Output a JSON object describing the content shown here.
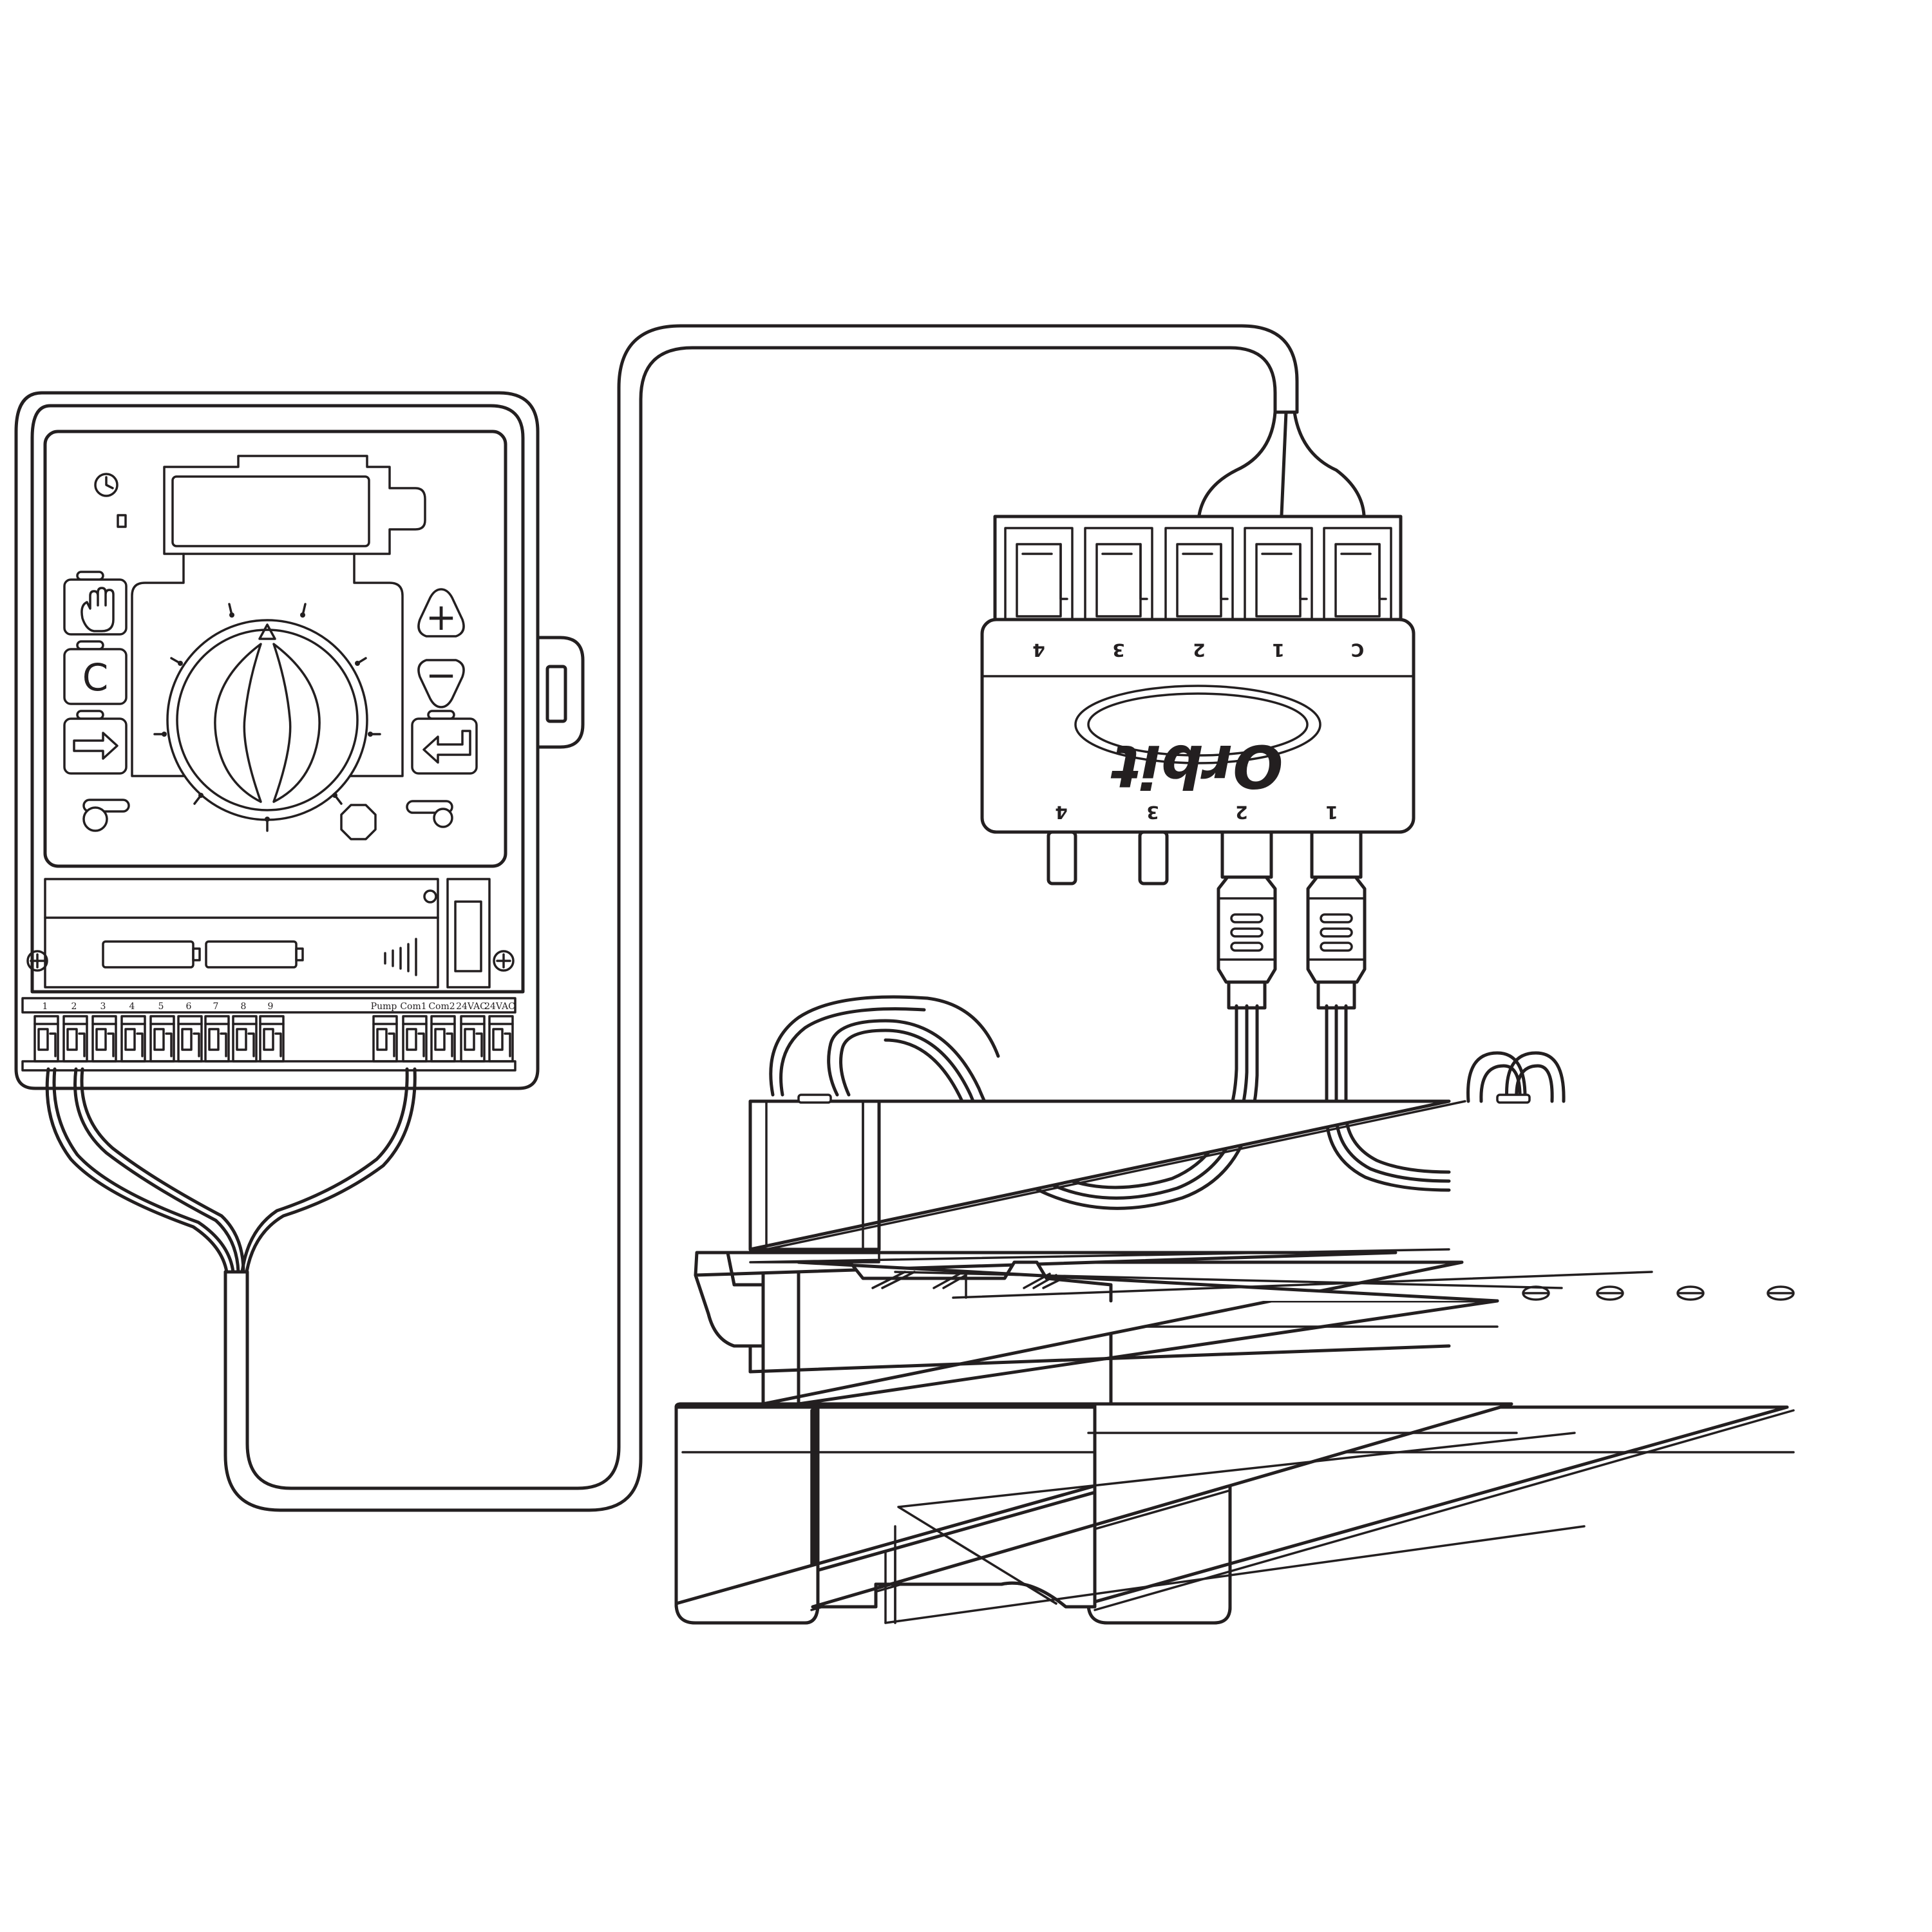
{
  "controller": {
    "buttons": {
      "manual_icon": "hand-icon",
      "clear_label": "C",
      "plus_label": "+",
      "minus_label": "−",
      "next_icon": "right-arrow-icon",
      "enter_icon": "enter-arrow-icon"
    },
    "terminals": [
      "1",
      "2",
      "3",
      "4",
      "5",
      "6",
      "7",
      "8",
      "9",
      "Pump",
      "Com1",
      "Com2",
      "24VAC",
      "24VAC"
    ]
  },
  "adapter": {
    "brand": "Orbit",
    "top_ports": [
      "4",
      "3",
      "2",
      "1",
      "C"
    ],
    "bottom_ports": [
      "4",
      "3",
      "2",
      "1"
    ]
  },
  "colors": {
    "line": "#231f20",
    "background": "#ffffff"
  }
}
